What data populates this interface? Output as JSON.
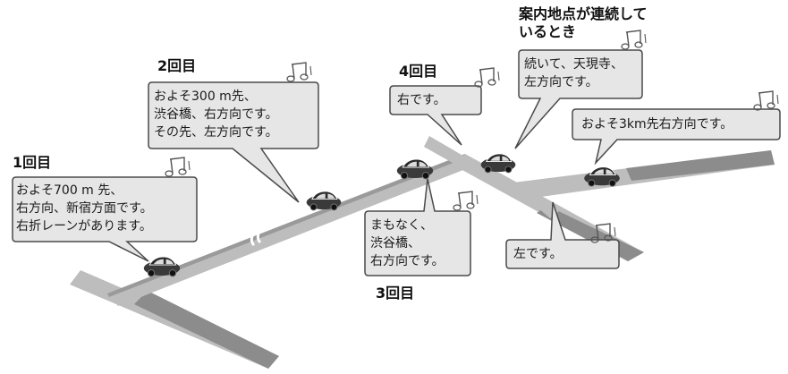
{
  "labels": {
    "first": "1回目",
    "second": "2回目",
    "third": "3回目",
    "fourth": "4回目",
    "continuous": "案内地点が連続して\nいるとき"
  },
  "bubbles": {
    "first": "およそ700 m 先、\n右方向、新宿方面です。\n右折レーンがあります。",
    "second": "およそ300 m先、\n渋谷橋、右方向です。\nその先、左方向です。",
    "third": "まもなく、\n渋谷橋、\n右方向です。",
    "fourth": "右です。",
    "continuous": "続いて、天現寺、\n左方向です。",
    "left_turn": "左です。",
    "far_right": "およそ3km先右方向です。"
  },
  "icons": [
    "music-note-icon"
  ],
  "colors": {
    "road": "#bdbdbd",
    "road_dark": "#8c8c8c",
    "bubble_fill": "#e6e6e6",
    "bubble_border": "#4a4a4a",
    "car": "#3a3a3a"
  }
}
